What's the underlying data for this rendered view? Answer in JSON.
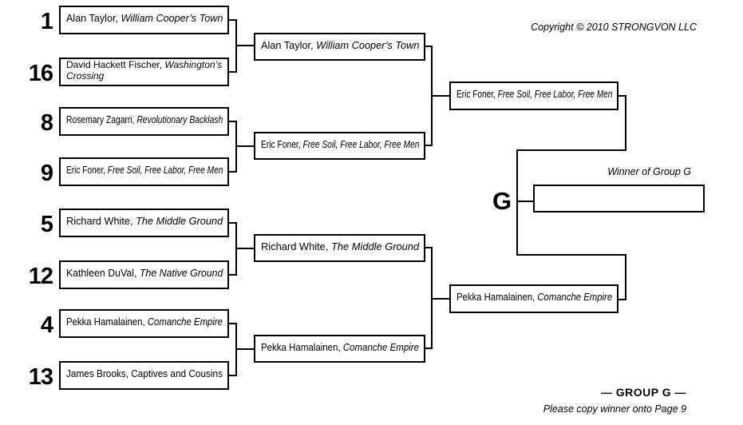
{
  "header": {
    "copyright": "Copyright © 2010 STRONGVON LLC"
  },
  "footer": {
    "group_title": "— GROUP G —",
    "note": "Please copy winner onto Page 9"
  },
  "final": {
    "group_letter": "G",
    "winner_label": "Winner of Group G",
    "winner_value": ""
  },
  "round1": [
    {
      "seed": "1",
      "name": "Alan Taylor,",
      "title": "William Cooper’s Town",
      "title_italic": true
    },
    {
      "seed": "16",
      "name": "David Hackett Fischer,",
      "title": "Washington’s Crossing",
      "title_italic": true
    },
    {
      "seed": "8",
      "name": "Rosemary Zagarri,",
      "title": "Revolutionary Backlash",
      "title_italic": true
    },
    {
      "seed": "9",
      "name": "Eric Foner,",
      "title": "Free Soil, Free Labor, Free Men",
      "title_italic": true
    },
    {
      "seed": "5",
      "name": "Richard White,",
      "title": "The Middle Ground",
      "title_italic": true
    },
    {
      "seed": "12",
      "name": "Kathleen DuVal,",
      "title": "The Native Ground",
      "title_italic": true
    },
    {
      "seed": "4",
      "name": "Pekka Hamalainen,",
      "title": "Comanche Empire",
      "title_italic": true
    },
    {
      "seed": "13",
      "name": "James Brooks,",
      "title": "Captives and Cousins",
      "title_italic": false
    }
  ],
  "round2": [
    {
      "name": "Alan Taylor,",
      "title": "William Cooper’s Town",
      "title_italic": true
    },
    {
      "name": "Eric Foner,",
      "title": "Free Soil, Free Labor, Free Men",
      "title_italic": true
    },
    {
      "name": "Richard White,",
      "title": "The Middle Ground",
      "title_italic": true
    },
    {
      "name": "Pekka Hamalainen,",
      "title": "Comanche Empire",
      "title_italic": true
    }
  ],
  "semifinals": [
    {
      "name": "Eric Foner,",
      "title": "Free Soil, Free Labor, Free Men",
      "title_italic": true
    },
    {
      "name": "Pekka Hamalainen,",
      "title": "Comanche Empire",
      "title_italic": true
    }
  ]
}
